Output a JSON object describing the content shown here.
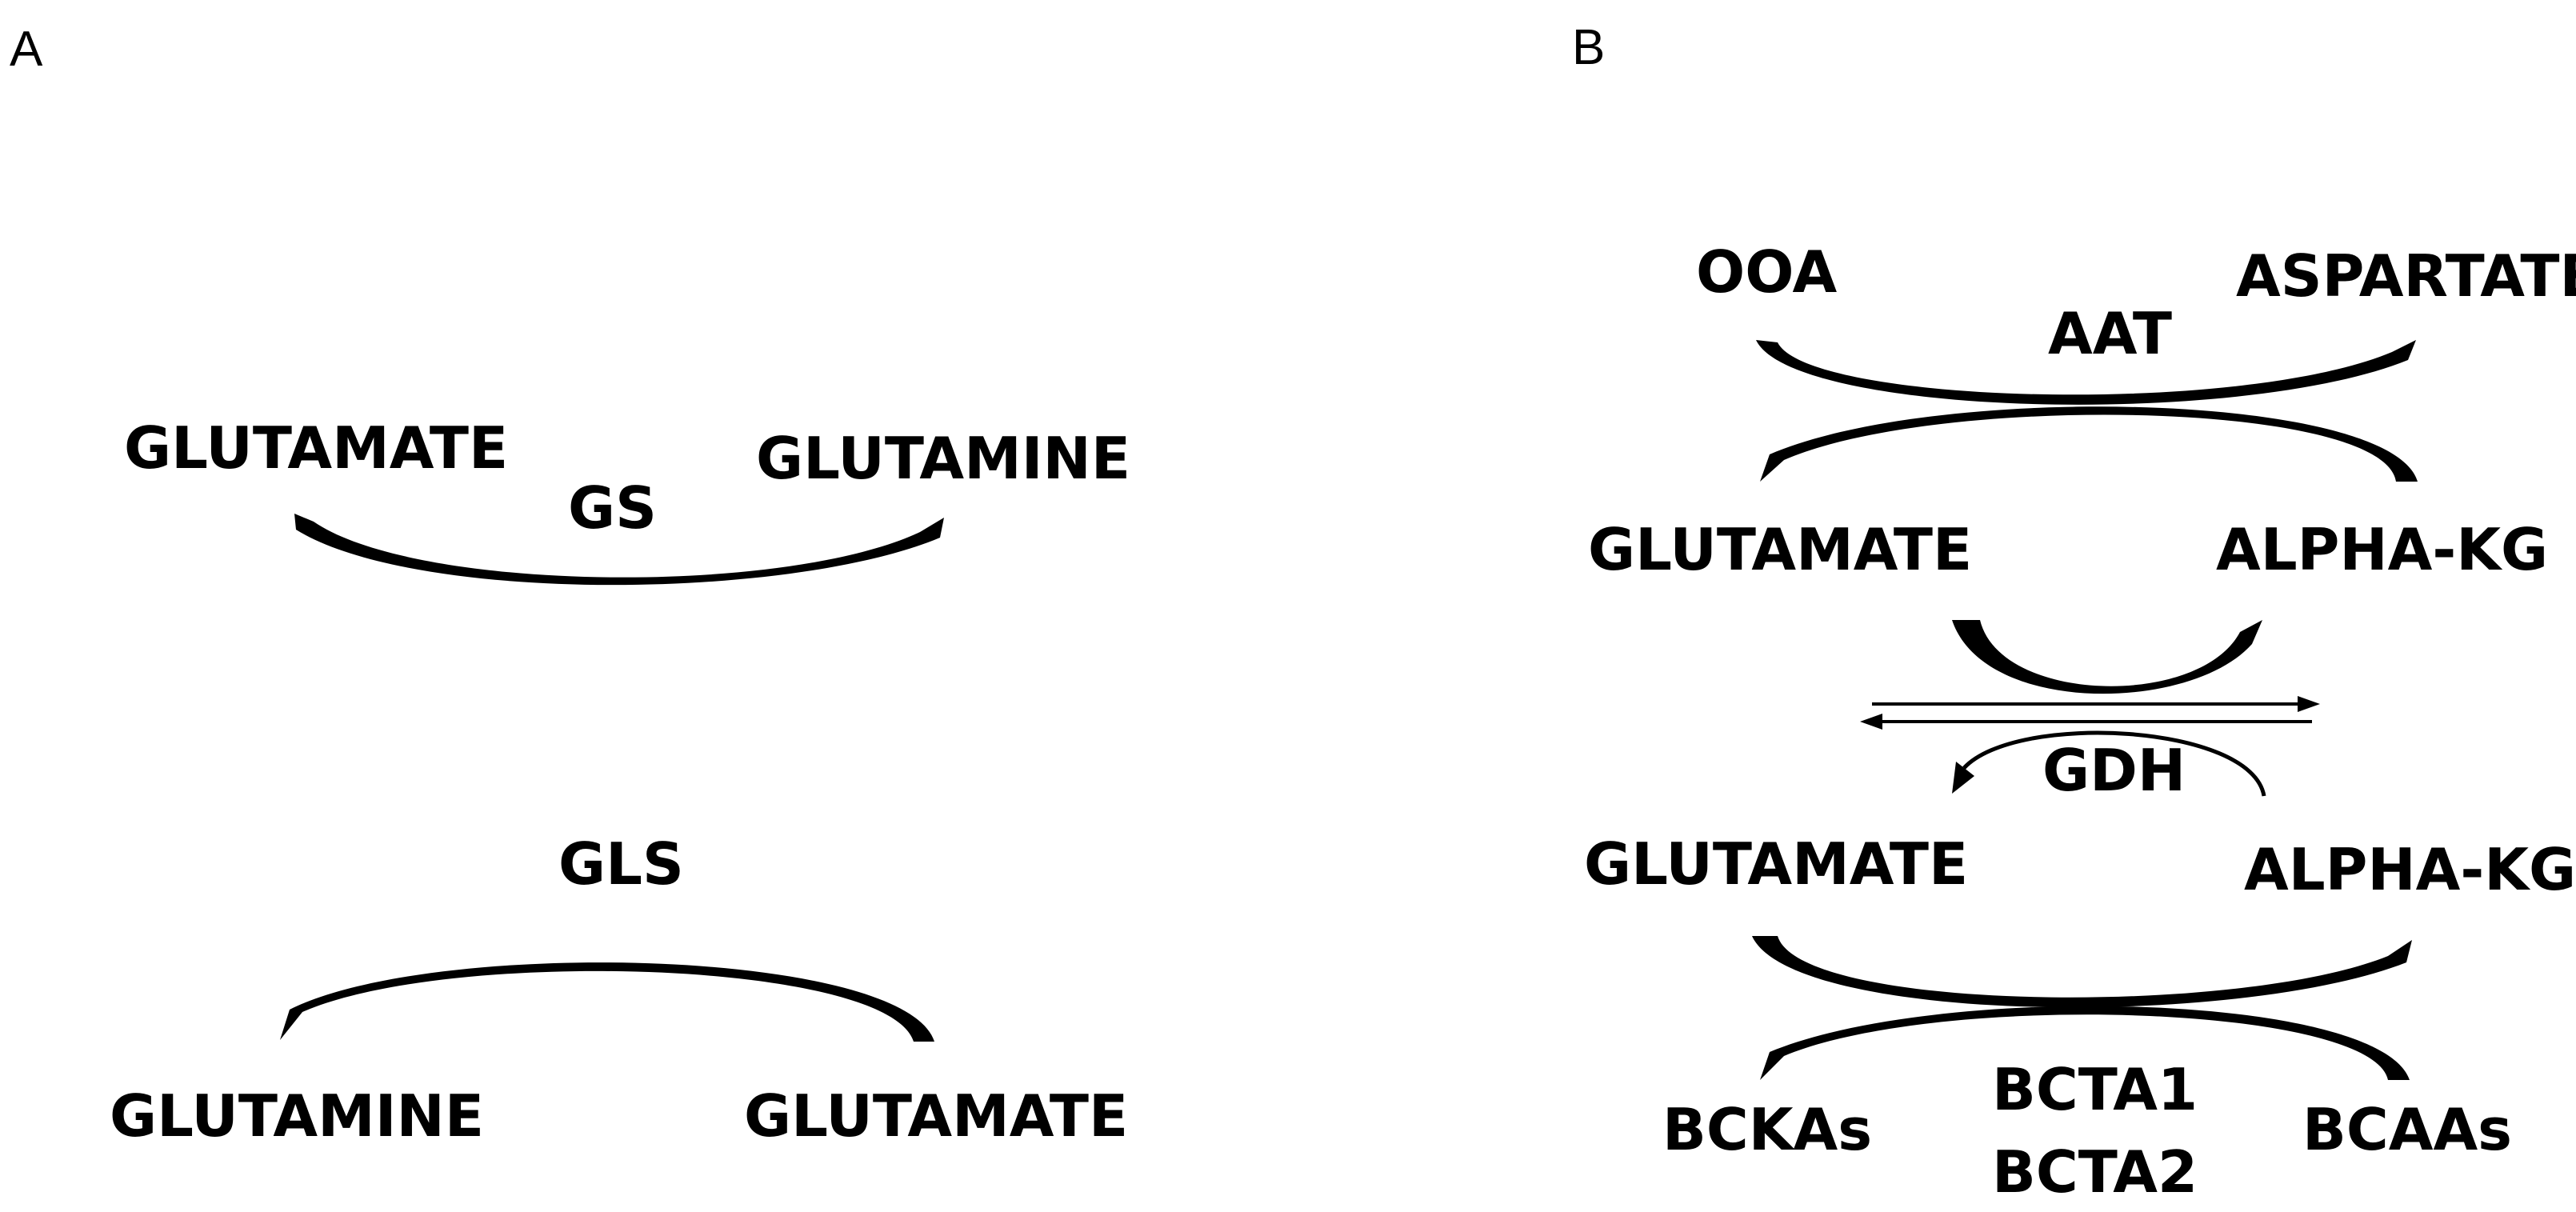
{
  "panels": {
    "a": {
      "label": "A",
      "gs_reaction": {
        "substrate": "GLUTAMATE",
        "product": "GLUTAMINE",
        "enzyme": "GS"
      },
      "gls_reaction": {
        "enzyme": "GLS",
        "product": "GLUTAMINE",
        "substrate": "GLUTAMATE"
      }
    },
    "b": {
      "label": "B",
      "aat": {
        "ooa": "OOA",
        "aspartate": "ASPARTATE",
        "enzyme": "AAT",
        "glutamate": "GLUTAMATE",
        "alpha_kg": "ALPHA-KG"
      },
      "gdh": {
        "enzyme": "GDH",
        "glutamate": "GLUTAMATE",
        "alpha_kg": "ALPHA-KG"
      },
      "bcat": {
        "bckas": "BCKAs",
        "bcaas": "BCAAs",
        "enzyme_1": "BCTA1",
        "enzyme_2": "BCTA2"
      }
    }
  }
}
